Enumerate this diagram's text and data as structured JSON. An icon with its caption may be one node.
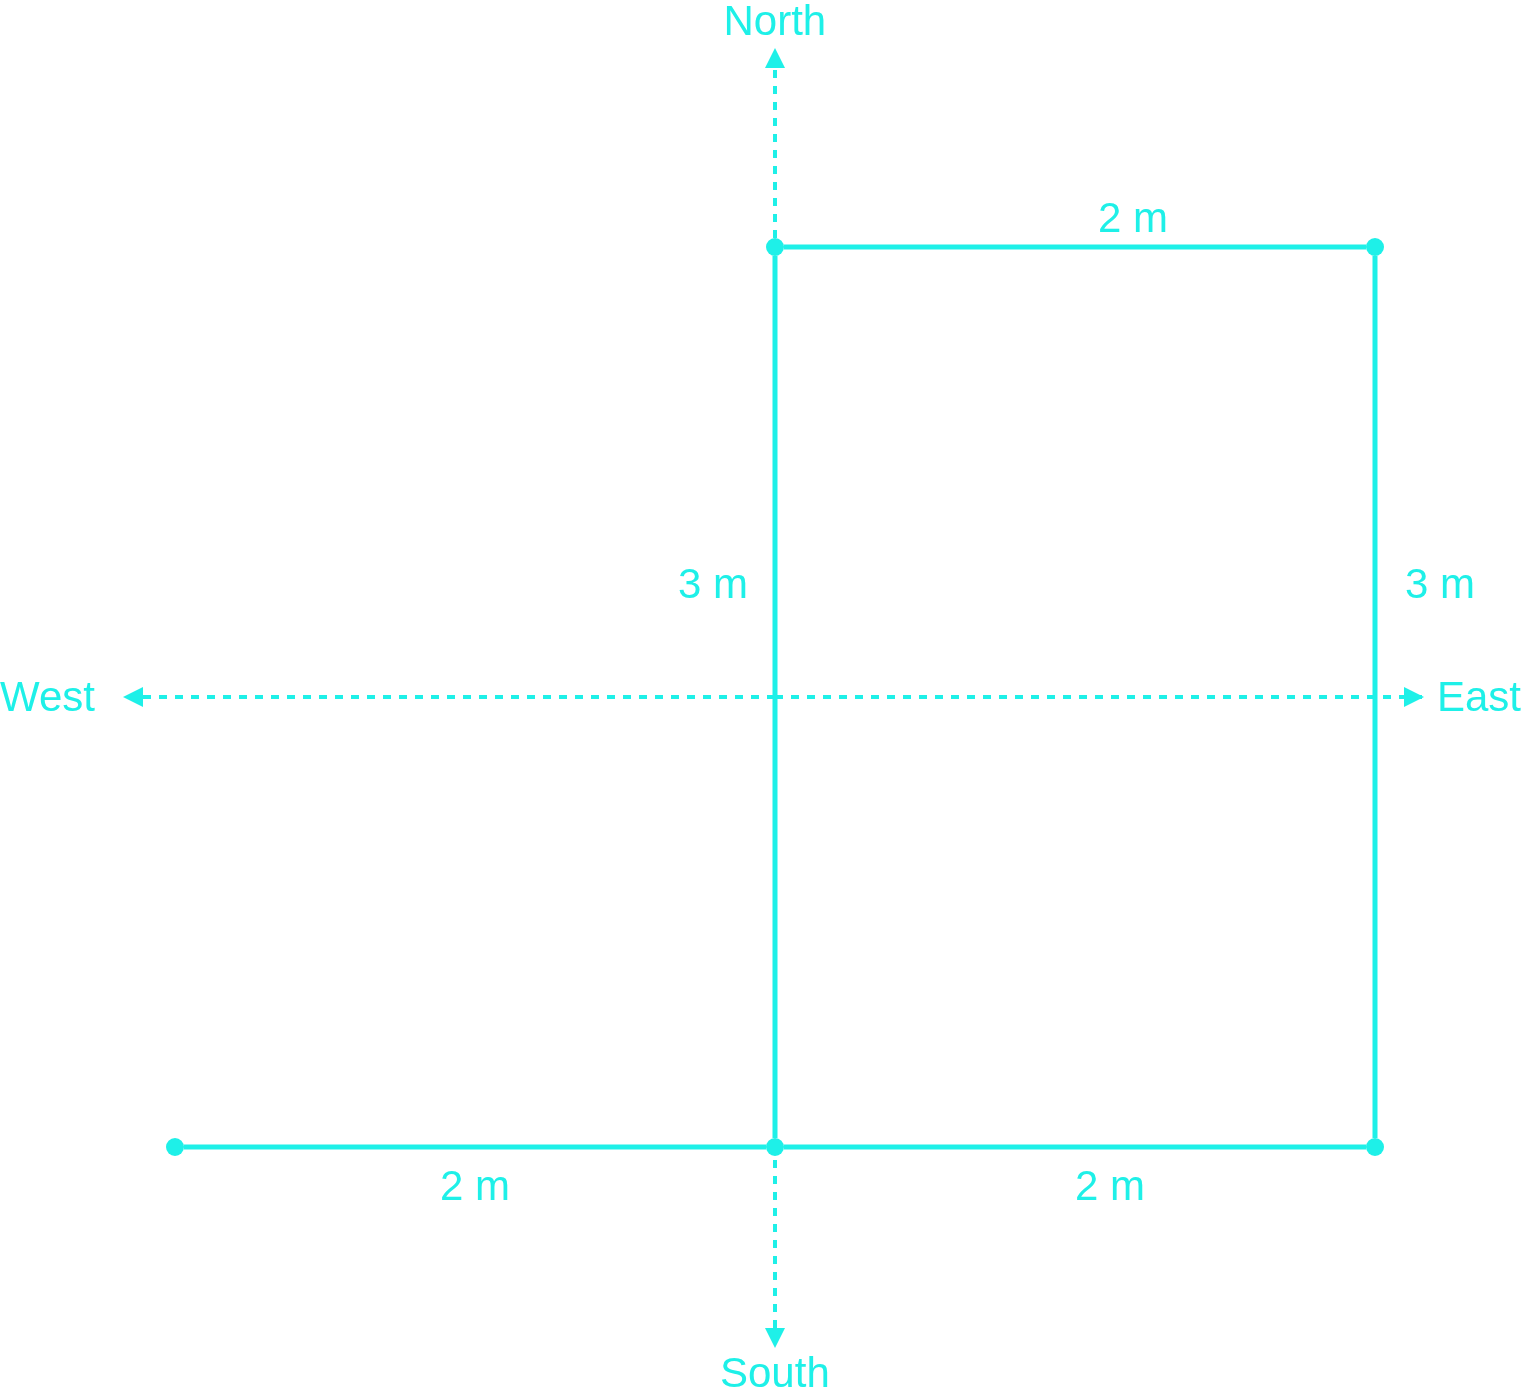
{
  "diagram": {
    "nodes": [
      {
        "text": [],
        "shape": "circle"
      },
      {
        "text": [],
        "shape": "circle"
      },
      {
        "text": [],
        "shape": "circle"
      },
      {
        "text": [],
        "shape": "circle"
      },
      {
        "text": [],
        "shape": "circle"
      }
    ],
    "edges": [
      {
        "from": 0,
        "to": 1,
        "arrow": "none",
        "label": "2 m"
      },
      {
        "from": 1,
        "to": 2,
        "arrow": "none",
        "label": "2 m"
      },
      {
        "from": 2,
        "to": 3,
        "arrow": "none",
        "label": "3 m"
      },
      {
        "from": 3,
        "to": 4,
        "arrow": "none",
        "label": "2 m"
      },
      {
        "from": 4,
        "to": 1,
        "arrow": "none",
        "label": "3 m"
      }
    ],
    "labels": [
      "North",
      "West",
      "East",
      "South"
    ]
  }
}
